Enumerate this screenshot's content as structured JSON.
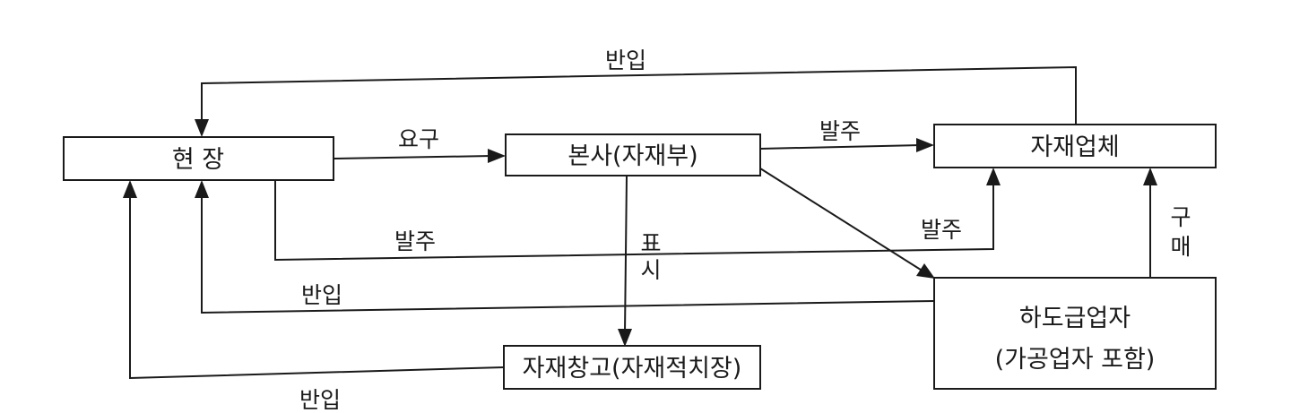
{
  "nodes": {
    "site": {
      "label": "현 장"
    },
    "head_office": {
      "label": "본사(자재부)"
    },
    "material_supplier": {
      "label": "자재업체"
    },
    "subcontractor": {
      "line1": "하도급업자",
      "line2": "(가공업자 포함)"
    },
    "warehouse": {
      "label": "자재창고(자재적치장)"
    }
  },
  "edges": {
    "site_to_head_office": "요구",
    "head_office_to_supplier": "발주",
    "site_to_supplier": "발주",
    "subcontractor_to_supplier": "발주",
    "supplier_to_site": "반입",
    "subcontractor_to_site": "반입",
    "warehouse_to_site": "반입",
    "head_office_to_warehouse": {
      "line1": "표",
      "line2": "시"
    },
    "subcontractor_purchase": {
      "line1": "구",
      "line2": "매"
    }
  },
  "colors": {
    "ink": "#1a1a1a",
    "background": "#ffffff"
  }
}
